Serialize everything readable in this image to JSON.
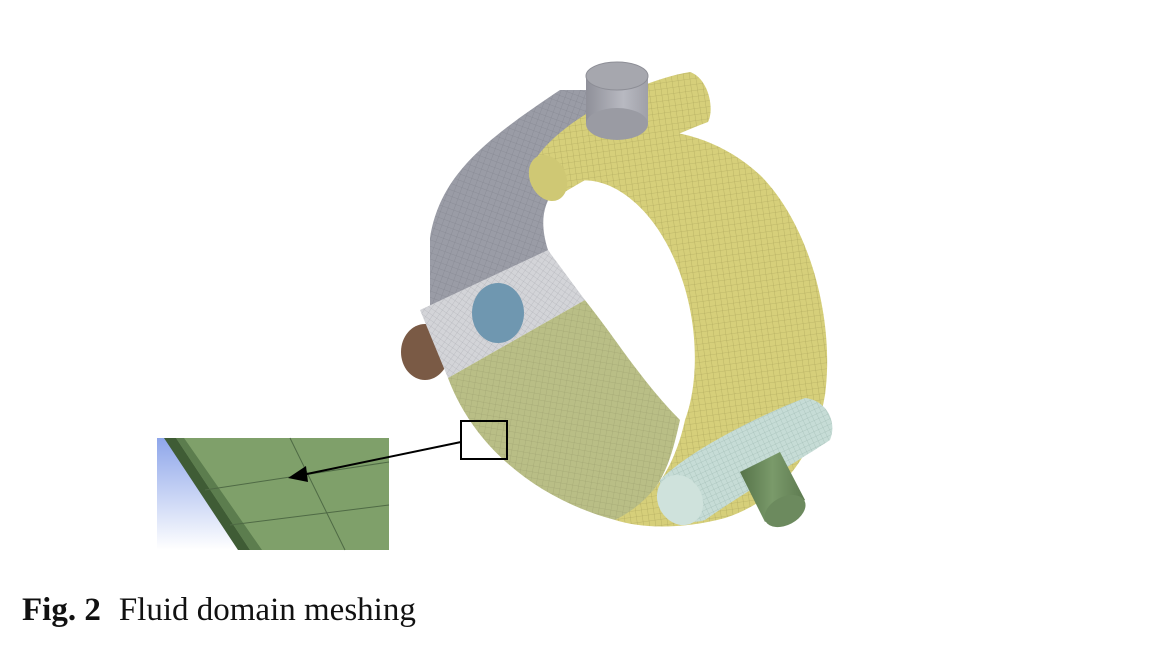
{
  "caption": {
    "label": "Fig. 2",
    "text": "Fluid domain meshing"
  },
  "colors": {
    "yellow_mesh": "#d6cf7a",
    "gray_mesh": "#9a9ca6",
    "light_gray_mesh": "#cfd0d4",
    "green_mesh": "#b9be86",
    "blue_outlet": "#6f97b0",
    "teal_pipe": "#c6dcd6",
    "dark_green_pipe": "#6c8a5e",
    "brown_port": "#7a5a45",
    "inset_green": "#7fa06a",
    "inset_sky": "#9fb6ee"
  },
  "icons": [
    "mesh-ring-model",
    "zoom-rectangle",
    "zoom-arrow"
  ]
}
